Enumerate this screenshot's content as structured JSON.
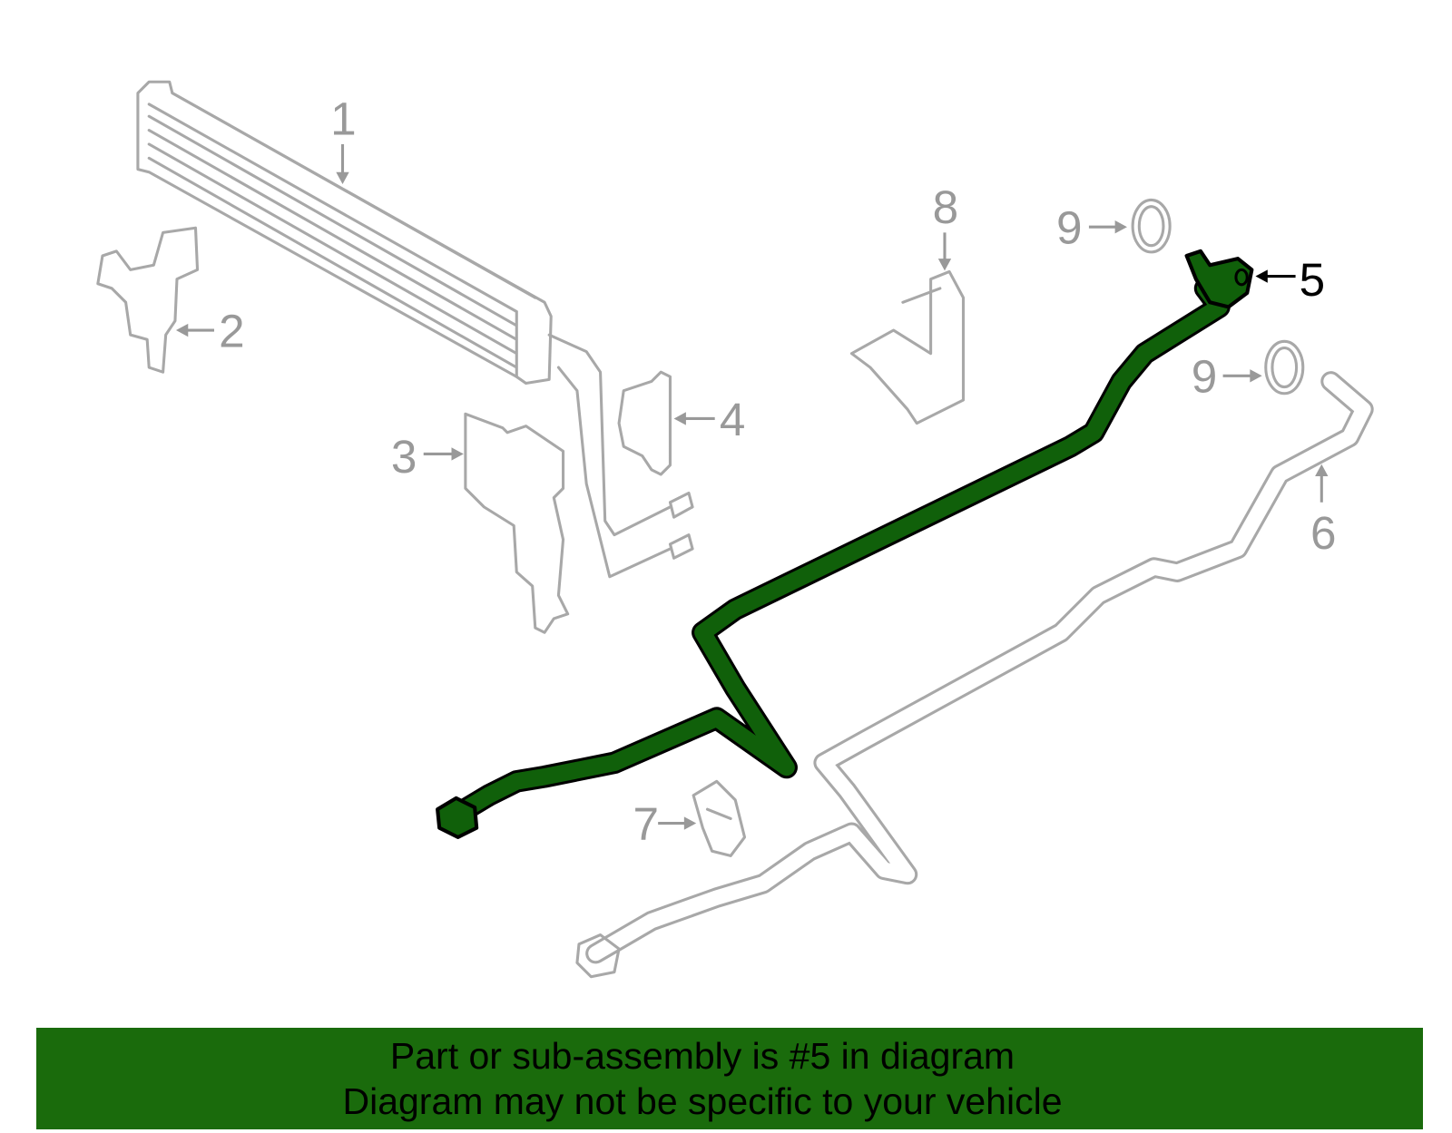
{
  "diagram": {
    "highlight_color": "#10600a",
    "part_color": "#a8a8a8",
    "callouts": [
      {
        "label": "1",
        "part": "radiator-cooler"
      },
      {
        "label": "2",
        "part": "bracket-left"
      },
      {
        "label": "3",
        "part": "shield-bracket"
      },
      {
        "label": "4",
        "part": "bracket-small"
      },
      {
        "label": "5",
        "part": "cooler-line-highlighted"
      },
      {
        "label": "6",
        "part": "cooler-line-return"
      },
      {
        "label": "7",
        "part": "clip"
      },
      {
        "label": "8",
        "part": "mount-bracket"
      },
      {
        "label": "9",
        "part": "o-ring-upper"
      },
      {
        "label": "9",
        "part": "o-ring-lower"
      }
    ]
  },
  "banner": {
    "line1": "Part or sub-assembly is #5 in diagram",
    "line2": "Diagram may not be specific to your vehicle",
    "color": "#1a6b0c"
  }
}
